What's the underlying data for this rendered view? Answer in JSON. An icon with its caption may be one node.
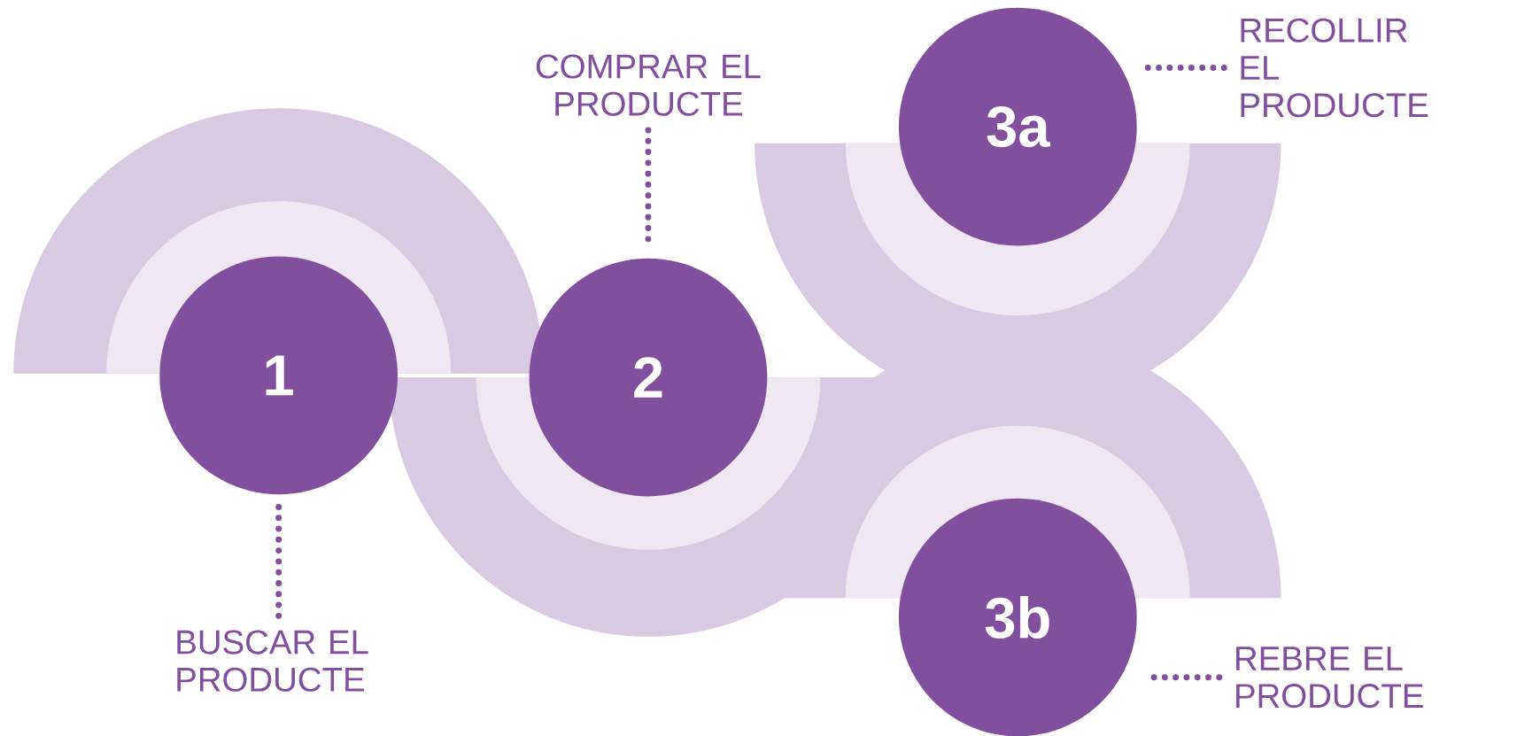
{
  "diagram": {
    "nodes": [
      {
        "text": [
          "1"
        ]
      },
      {
        "text": [
          "2"
        ]
      },
      {
        "text": [
          "3a"
        ]
      },
      {
        "text": [
          "3b"
        ]
      },
      {
        "text": [
          "BUSCAR EL PRODUCTE"
        ]
      },
      {
        "text": [
          "COMPRAR EL PRODUCTE"
        ]
      },
      {
        "text": [
          "RECOLLIR EL PRODUCTE"
        ]
      },
      {
        "text": [
          "REBRE EL PRODUCTE"
        ]
      }
    ],
    "edges": [
      {
        "from": 4,
        "to": 0,
        "arrow": "none",
        "style": "dashed"
      },
      {
        "from": 5,
        "to": 1,
        "arrow": "none",
        "style": "dashed"
      },
      {
        "from": 6,
        "to": 2,
        "arrow": "none",
        "style": "dashed"
      },
      {
        "from": 7,
        "to": 3,
        "arrow": "none",
        "style": "dashed"
      }
    ]
  }
}
